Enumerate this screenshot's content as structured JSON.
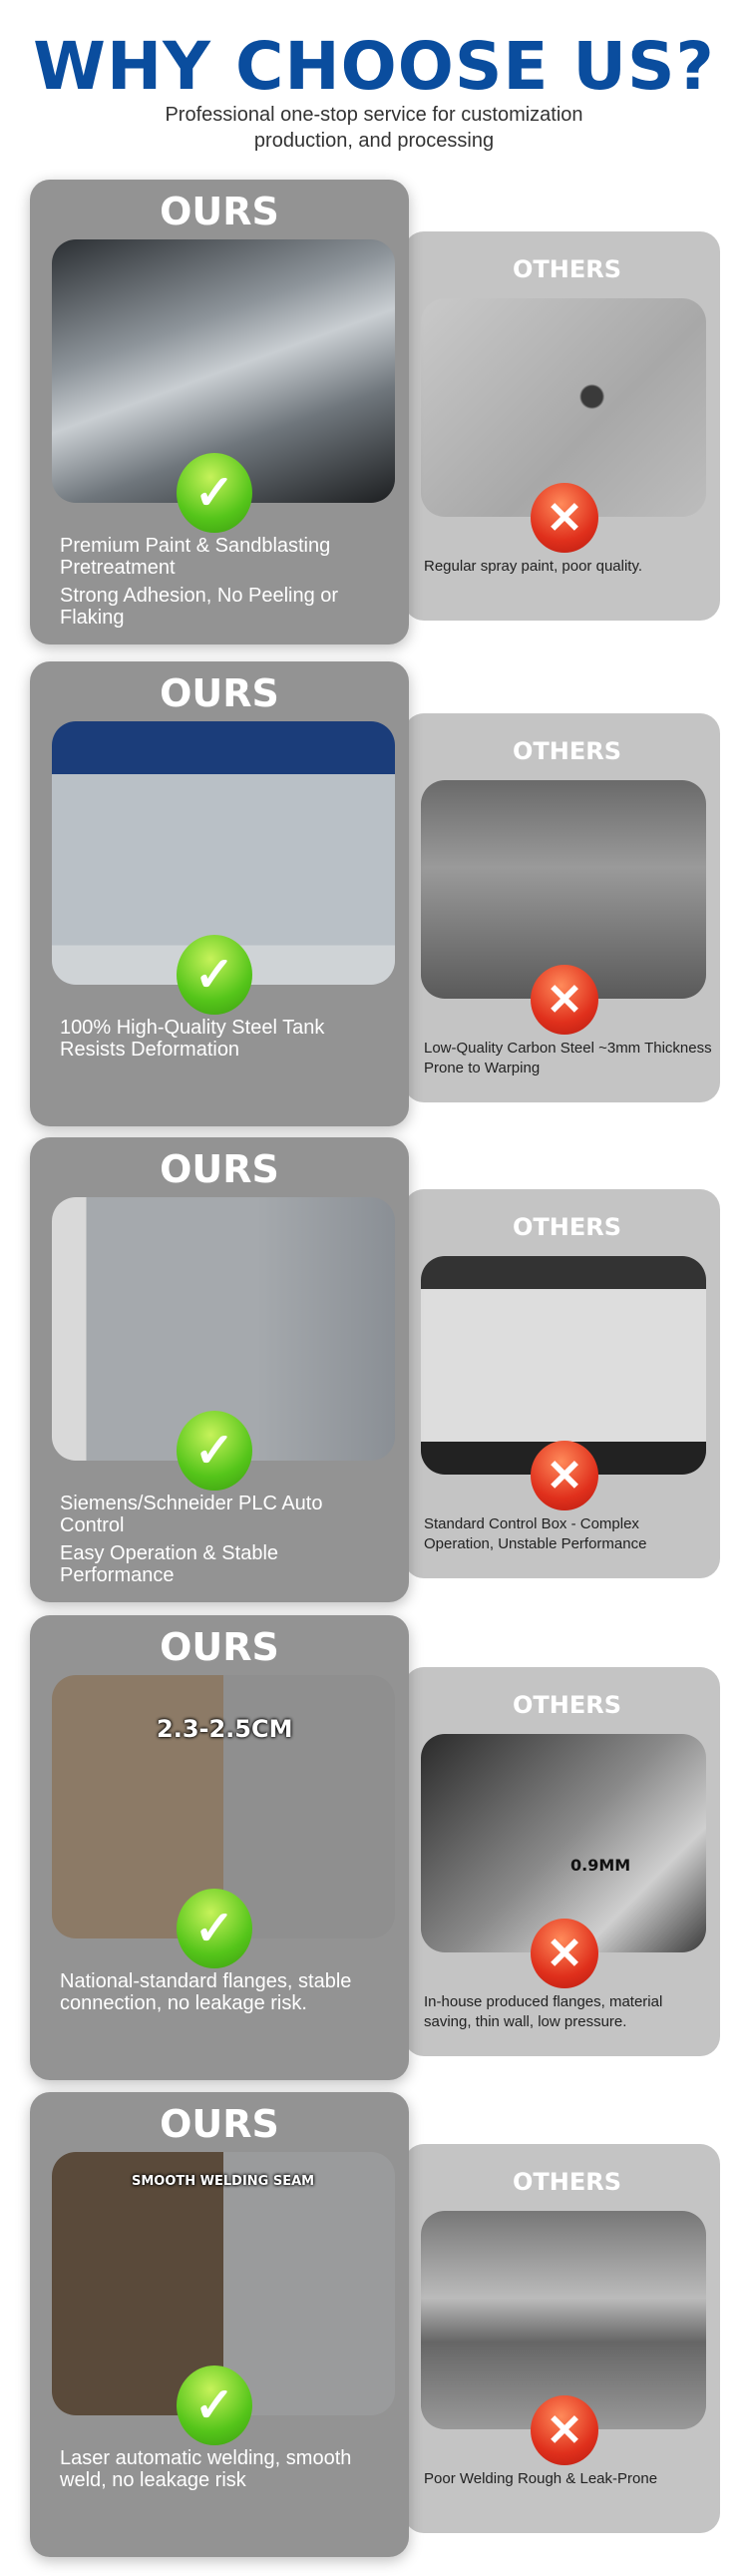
{
  "header": {
    "title": "WHY CHOOSE US?",
    "subtitle_line1": "Professional one-stop service for customization",
    "subtitle_line2": "production, and processing"
  },
  "labels": {
    "ours": "OURS",
    "others": "OTHERS"
  },
  "icons": {
    "ours": "check-icon",
    "others": "cross-icon"
  },
  "colors": {
    "title": "#0a4d9e",
    "ours_card": "#939393",
    "others_card": "#c4c4c4"
  },
  "rows": [
    {
      "ours_lines": [
        "Premium Paint & Sandblasting Pretreatment",
        "Strong Adhesion, No Peeling or Flaking"
      ],
      "others_text": "Regular spray paint, poor quality.",
      "ours_overlay": "",
      "others_overlay": ""
    },
    {
      "ours_lines": [
        "100% High-Quality Steel Tank Resists Deformation"
      ],
      "others_text": "Low-Quality Carbon Steel ~3mm Thickness Prone to Warping",
      "ours_overlay": "",
      "others_overlay": ""
    },
    {
      "ours_lines": [
        "Siemens/Schneider PLC Auto Control",
        "Easy Operation & Stable Performance"
      ],
      "others_text": "Standard Control Box - Complex Operation, Unstable Performance",
      "ours_overlay": "",
      "others_overlay": ""
    },
    {
      "ours_lines": [
        "National-standard flanges, stable connection, no leakage risk."
      ],
      "others_text": "In-house produced flanges, material saving, thin wall, low pressure.",
      "ours_overlay": "2.3-2.5CM",
      "others_overlay": "0.9MM"
    },
    {
      "ours_lines": [
        "Laser automatic welding, smooth weld, no leakage risk"
      ],
      "others_text": "Poor Welding Rough & Leak-Prone",
      "ours_overlay": "SMOOTH WELDING SEAM",
      "others_overlay": ""
    }
  ]
}
